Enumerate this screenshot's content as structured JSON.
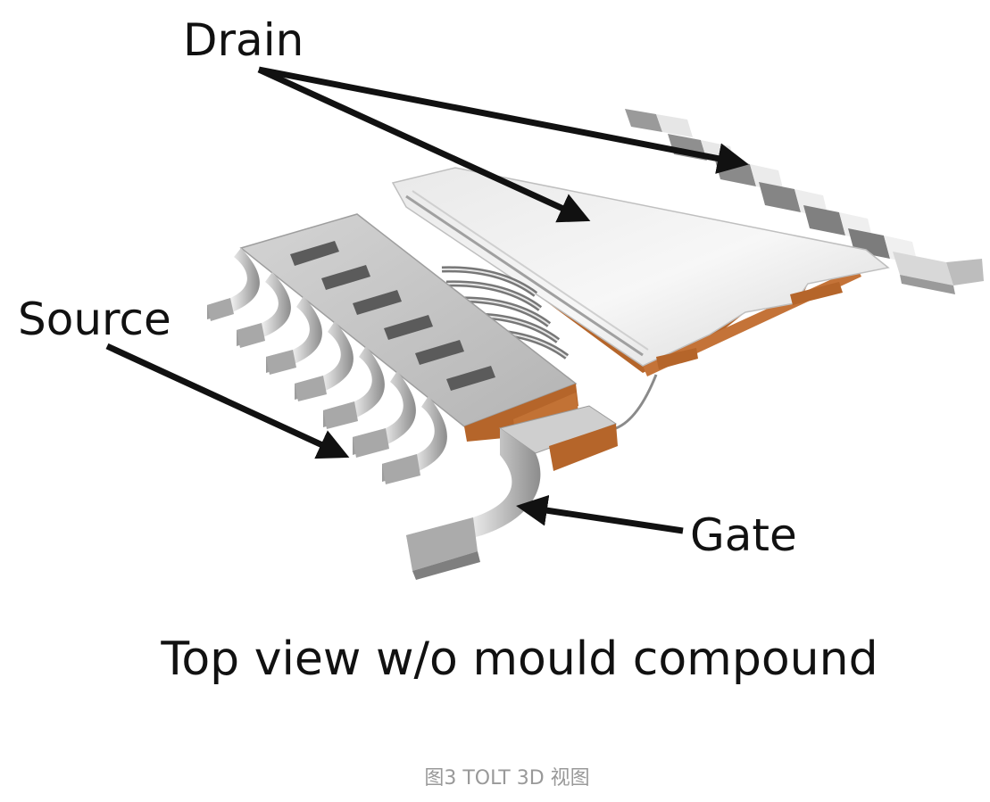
{
  "labels": {
    "drain": "Drain",
    "source": "Source",
    "gate": "Gate"
  },
  "caption": {
    "main": "Top view w/o mould compound",
    "figure": "图3   TOLT 3D 视图"
  },
  "colors": {
    "metal_light": "#f2f2f2",
    "metal_mid": "#c9c9c9",
    "metal_dark": "#8a8a8a",
    "copper": "#b5652a",
    "arrow": "#111111",
    "caption_gray": "#999999"
  }
}
